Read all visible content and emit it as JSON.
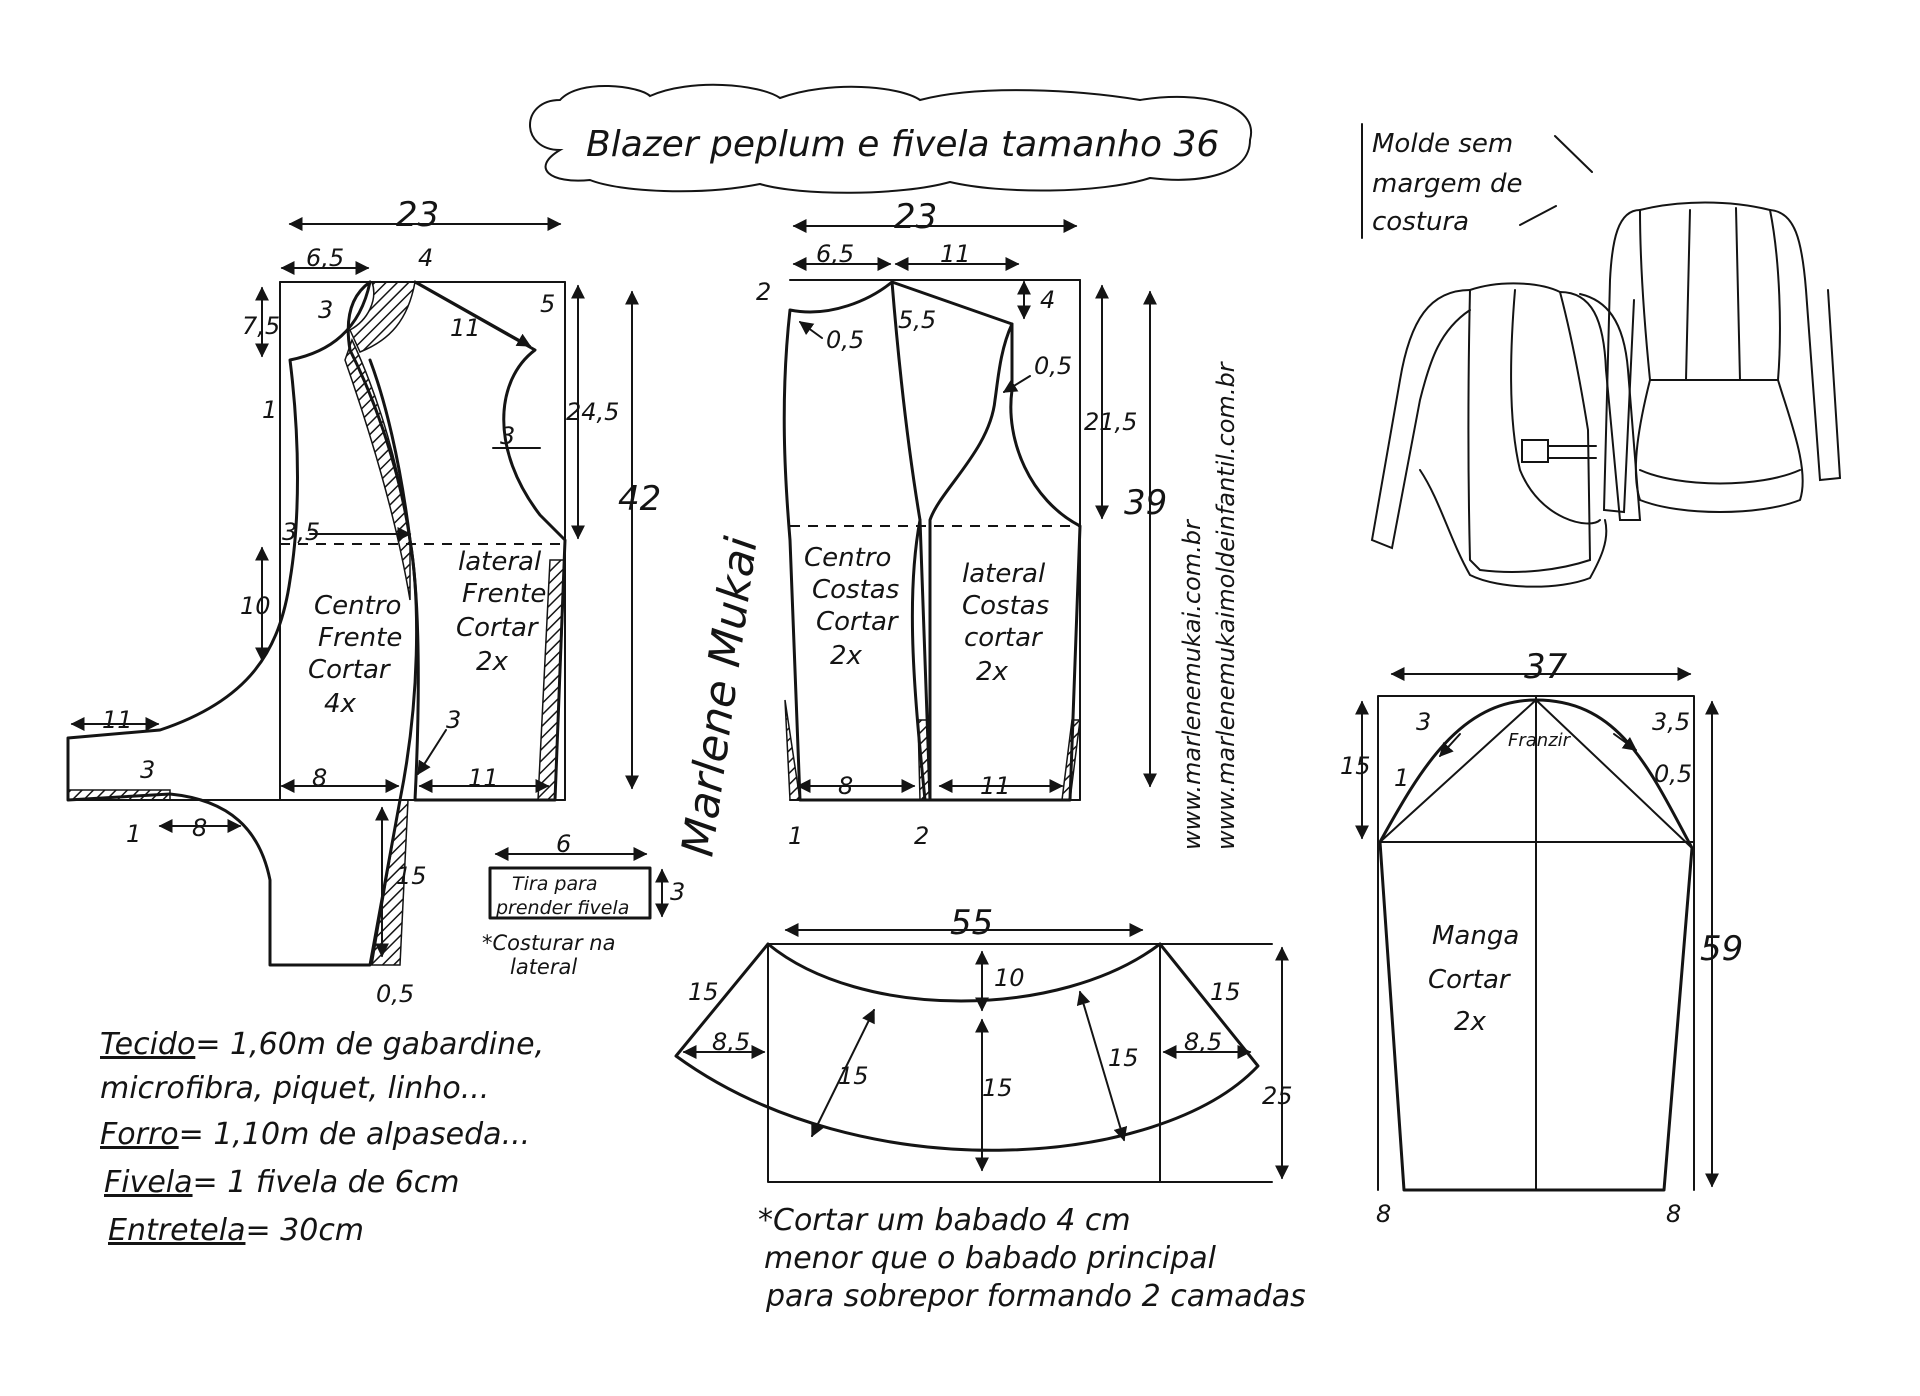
{
  "title": "Blazer peplum e fivela tamanho 36",
  "note_seam": [
    "Molde sem",
    "margem de",
    "costura"
  ],
  "signature": "Marlene Mukai",
  "websites": [
    "www.marlenemukai.com.br",
    "www.marlenemukaimoldeinfantil.com.br"
  ],
  "pieces": {
    "front_center": [
      "Centro",
      "Frente",
      "Cortar",
      "4x"
    ],
    "front_side": [
      "lateral",
      "Frente",
      "Cortar",
      "2x"
    ],
    "back_center": [
      "Centro",
      "Costas",
      "Cortar",
      "2x"
    ],
    "back_side": [
      "lateral",
      "Costas",
      "cortar",
      "2x"
    ],
    "sleeve": [
      "Manga",
      "Cortar",
      "2x"
    ],
    "sleeve_gather": "Franzir"
  },
  "strap": {
    "label": [
      "Tira para",
      "prender fivela"
    ],
    "note": [
      "*Costurar na",
      "lateral"
    ]
  },
  "ruffle_note": [
    "*Cortar um babado 4 cm",
    "menor que o babado principal",
    "para sobrepor formando 2 camadas"
  ],
  "materials": [
    {
      "key": "Tecido",
      "text": "= 1,60m de gabardine,"
    },
    {
      "key": "",
      "text": "microfibra, piquet, linho..."
    },
    {
      "key": "Forro",
      "text": "= 1,10m de alpaseda..."
    },
    {
      "key": "Fivela",
      "text": "= 1 fivela de 6cm"
    },
    {
      "key": "Entretela",
      "text": "= 30cm"
    }
  ],
  "dims": {
    "front": {
      "width": "23",
      "neck": "6,5",
      "shoulder_drop": "4",
      "neck_depth": "7,5",
      "neck_facing": "3",
      "shoulder": "11",
      "shoulder_right": "5",
      "armhole": "3",
      "side": "24,5",
      "total": "42",
      "waist": "3,5",
      "lower": "10",
      "lap": "11",
      "lap_h": "3",
      "hem_center": "8",
      "hem_side": "11",
      "seam_allow": "3",
      "tail": "15",
      "tail_hem": "0,5",
      "tail_curve": "8",
      "small_1": "1",
      "small_2": "1"
    },
    "back": {
      "width": "23",
      "neck": "6,5",
      "shoulder": "11",
      "neck_depth": "2",
      "neck_curve": "0,5",
      "shoulder_slope": "5,5",
      "shoulder_drop": "4",
      "armhole": "0,5",
      "side": "21,5",
      "total": "39",
      "hem_center": "8",
      "hem_side": "11",
      "center_hem": "1",
      "dart": "2"
    },
    "strap": {
      "width": "6",
      "height": "3"
    },
    "ruffle": {
      "width": "55",
      "curve_depth": "10",
      "side": "15",
      "inner": "8,5",
      "panel": "15",
      "height": "25"
    },
    "sleeve": {
      "width": "37",
      "cap": "15",
      "cap_left": "3",
      "cap_right": "3,5",
      "cap_edge": "0,5",
      "cap_small": "1",
      "length": "59",
      "hem": "8"
    }
  }
}
